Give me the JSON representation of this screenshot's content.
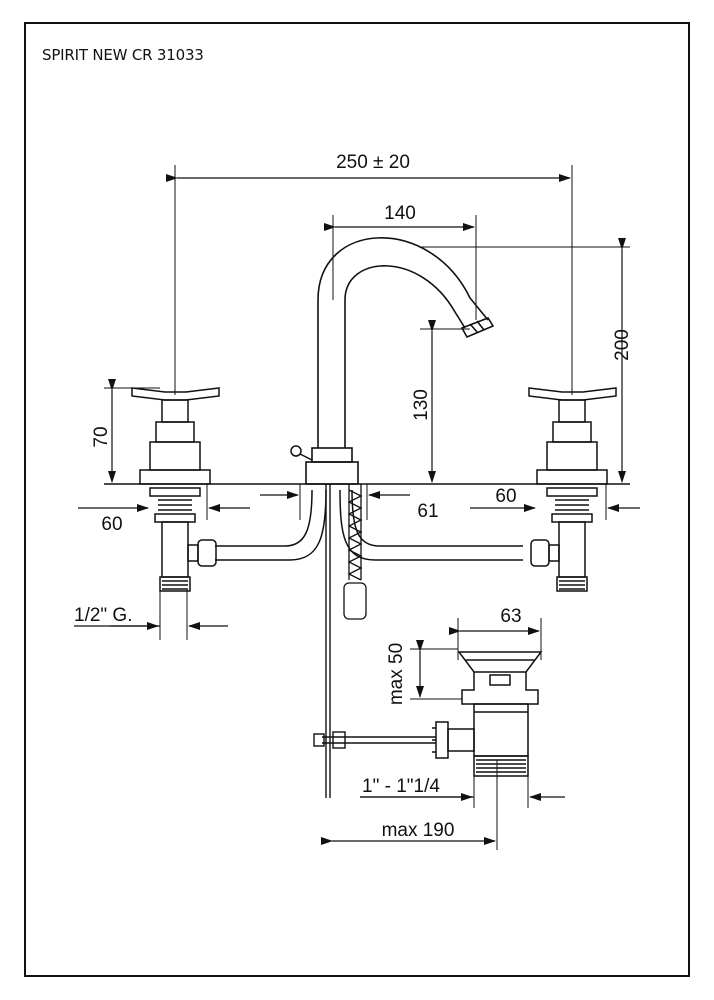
{
  "title": "SPIRIT NEW CR 31033",
  "dimensions": {
    "overall_width": "250 ± 20",
    "spout_reach": "140",
    "spout_height_total": "200",
    "spout_outlet_height": "130",
    "handle_height": "70",
    "left_hole": "60",
    "center_hole": "61",
    "right_hole": "60",
    "inlet_thread": "1/2\" G.",
    "waste_diameter": "63",
    "waste_height": "max 50",
    "waste_thread": "1\" - 1\"1/4",
    "rod_distance": "max 190"
  }
}
